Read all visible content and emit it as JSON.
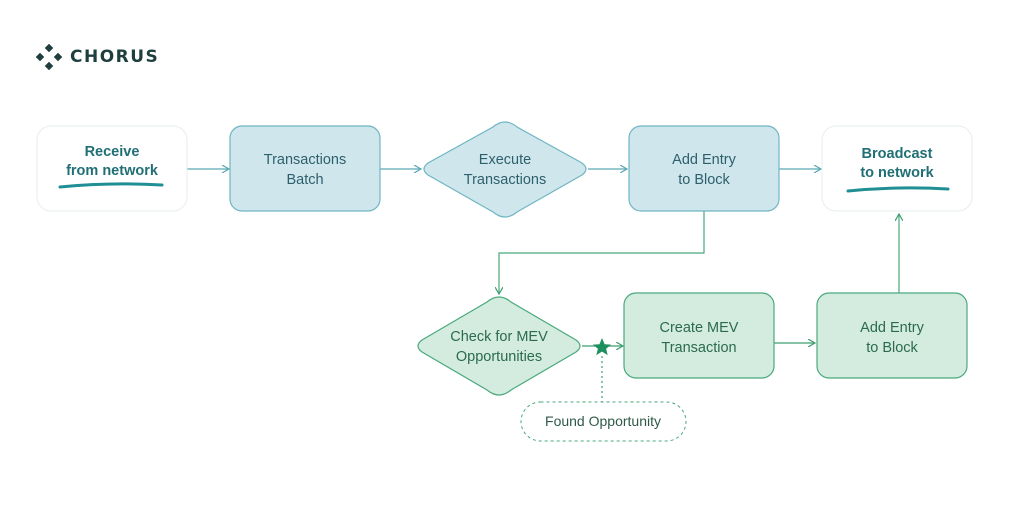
{
  "brand": {
    "name": "CHORUS",
    "logo_icon": "chorus-diamond-logo"
  },
  "nodes": {
    "receive": {
      "line1": "Receive",
      "line2": "from network"
    },
    "batch": {
      "line1": "Transactions",
      "line2": "Batch"
    },
    "execute": {
      "line1": "Execute",
      "line2": "Transactions"
    },
    "add_entry_top": {
      "line1": "Add Entry",
      "line2": "to Block"
    },
    "broadcast": {
      "line1": "Broadcast",
      "line2": "to network"
    },
    "check_mev": {
      "line1": "Check for MEV",
      "line2": "Opportunities"
    },
    "create_mev": {
      "line1": "Create MEV",
      "line2": "Transaction"
    },
    "add_entry_bottom": {
      "line1": "Add Entry",
      "line2": "to Block"
    },
    "found": {
      "label": "Found Opportunity"
    }
  },
  "colors": {
    "blue_fill": "#cfe7ec",
    "blue_stroke": "#6fb6c2",
    "green_fill": "#d3ecdf",
    "green_stroke": "#4aa97c",
    "accent_teal": "#1f8f95",
    "star": "#1e8f5e"
  }
}
